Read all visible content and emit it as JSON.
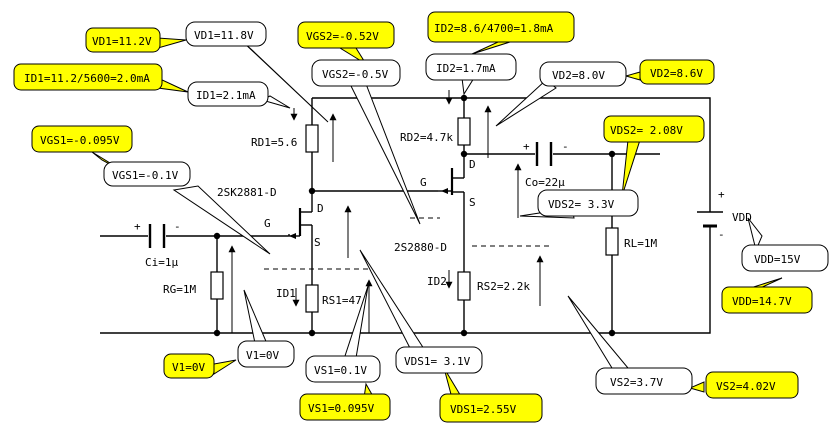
{
  "schematic": {
    "components": {
      "rd1": "RD1=5.6",
      "rd2": "RD2=4.7k",
      "rs1": "RS1=47",
      "rs2": "RS2=2.2k",
      "rg": "RG=1M",
      "rl": "RL=1M",
      "ci": "Ci=1μ",
      "co": "Co=22μ",
      "q1": "2SK2881-D",
      "q2": "2S2880-D",
      "vdd": "VDD",
      "id1": "ID1",
      "id2": "ID2"
    },
    "pins": {
      "g1": "G",
      "d1": "D",
      "s1": "S",
      "g2": "G",
      "d2": "D",
      "s2": "S",
      "plus": "+",
      "minus": "-"
    },
    "callouts_calc": {
      "vd1": "VD1=11.8V",
      "id1": "ID1=2.1mA",
      "vgs1": "VGS1=-0.1V",
      "vgs2": "VGS2=-0.5V",
      "id2": "ID2=1.7mA",
      "vd2": "VD2=8.0V",
      "vds2": "VDS2= 3.3V",
      "vdd": "VDD=15V",
      "v1": "V1=0V",
      "vs1": "VS1=0.1V",
      "vds1": "VDS1= 3.1V",
      "vs2": "VS2=3.7V"
    },
    "callouts_meas": {
      "vd1": "VD1=11.2V",
      "id1": "ID1=11.2/5600=2.0mA",
      "vgs1": "VGS1=-0.095V",
      "vgs2": "VGS2=-0.52V",
      "id2": "ID2=8.6/4700=1.8mA",
      "vd2": "VD2=8.6V",
      "vds2": "VDS2= 2.08V",
      "vdd": "VDD=14.7V",
      "v1": "V1=0V",
      "vs1": "VS1=0.095V",
      "vds1": "VDS1=2.55V",
      "vs2": "VS2=4.02V"
    }
  }
}
